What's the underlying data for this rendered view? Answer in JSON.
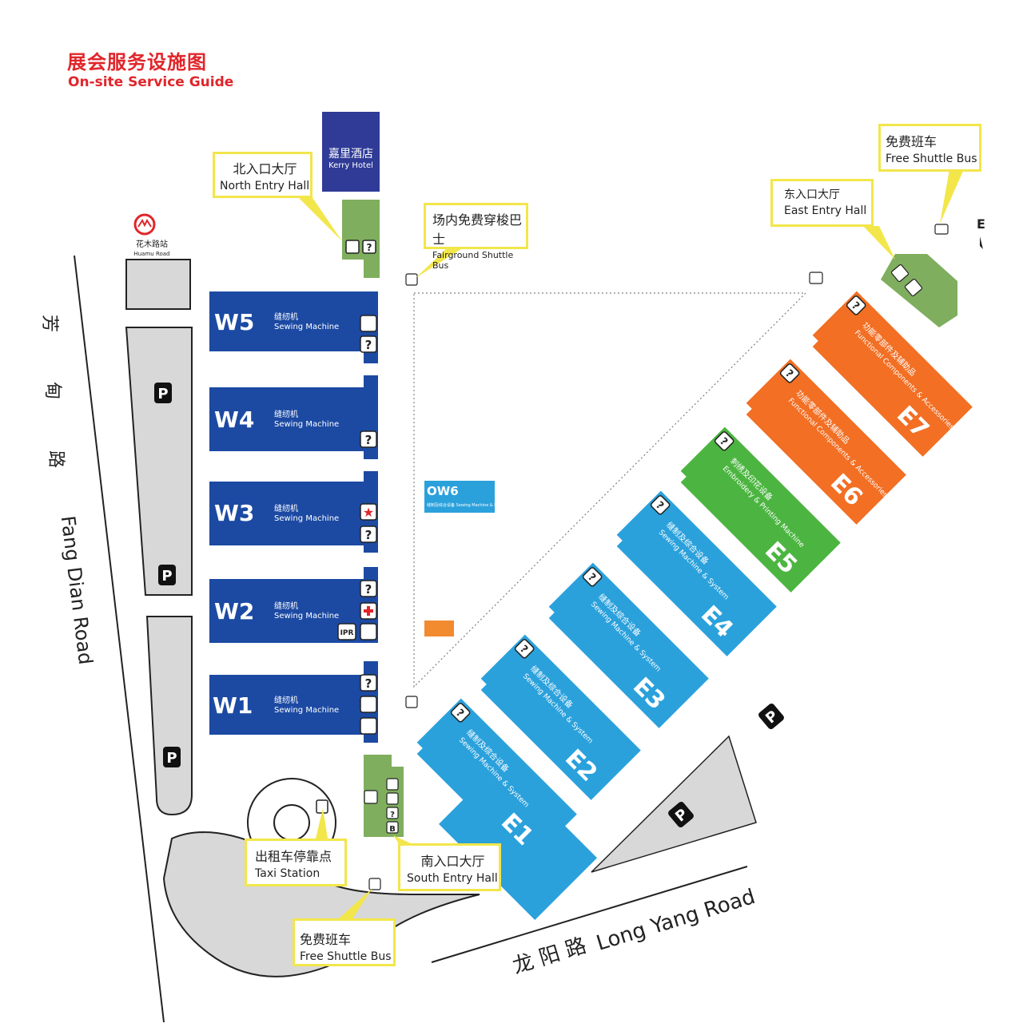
{
  "header": {
    "title_cn": "展会服务设施图",
    "title_en": "On-site Service Guide"
  },
  "colors": {
    "west_hall": "#1c4aa3",
    "east_blue": "#2ba1dc",
    "east_green": "#4cb541",
    "east_orange": "#f26f24",
    "entry": "#7fae5e",
    "parking": "#d8d8d8",
    "hotel": "#2f3b96",
    "callout_border": "#f2e64b",
    "title_red": "#e0262b"
  },
  "roads": {
    "fangdian_cn": [
      "芳",
      "甸",
      "路"
    ],
    "fangdian_en": "Fang Dian Road",
    "longyang_cn": "龙 阳 路",
    "longyang_en": "Long Yang Road"
  },
  "metro": {
    "name_cn": "花木路站",
    "name_en": "Huamu Road"
  },
  "hotel": {
    "name_cn": "嘉里酒店",
    "name_en": "Kerry Hotel"
  },
  "callouts": {
    "north": {
      "cn": "北入口大厅",
      "en": "North Entry Hall"
    },
    "shuttle_inner": {
      "cn": "场内免费穿梭巴士",
      "en": "Fairground Shuttle Bus"
    },
    "east": {
      "cn": "东入口大厅",
      "en": "East Entry Hall"
    },
    "shuttle_ne": {
      "cn": "免费班车",
      "en": "Free Shuttle Bus"
    },
    "taxi": {
      "cn": "出租车停靠点",
      "en": "Taxi Station"
    },
    "south": {
      "cn": "南入口大厅",
      "en": "South Entry Hall"
    },
    "shuttle_sw": {
      "cn": "免费班车",
      "en": "Free Shuttle Bus"
    }
  },
  "west_halls": [
    {
      "id": "W5",
      "cn": "缝纫机",
      "en": "Sewing Machine"
    },
    {
      "id": "W4",
      "cn": "缝纫机",
      "en": "Sewing Machine"
    },
    {
      "id": "W3",
      "cn": "缝纫机",
      "en": "Sewing Machine"
    },
    {
      "id": "W2",
      "cn": "缝纫机",
      "en": "Sewing Machine"
    },
    {
      "id": "W1",
      "cn": "缝纫机",
      "en": "Sewing Machine"
    }
  ],
  "east_halls": [
    {
      "id": "E1",
      "cn": "缝制及综合设备",
      "en": "Sewing Machine & System"
    },
    {
      "id": "E2",
      "cn": "缝制及综合设备",
      "en": "Sewing Machine & System"
    },
    {
      "id": "E3",
      "cn": "缝制及综合设备",
      "en": "Sewing Machine & System"
    },
    {
      "id": "E4",
      "cn": "缝制及综合设备",
      "en": "Sewing Machine & System"
    },
    {
      "id": "E5",
      "cn": "刺绣及印花设备",
      "en": "Embroidery & Printing Machine"
    },
    {
      "id": "E6",
      "cn": "功能零部件及辅助品",
      "en": "Functional Components & Accessories"
    },
    {
      "id": "E7",
      "cn": "功能零部件及辅助品",
      "en": "Functional Components & Accessories"
    }
  ],
  "ow6": {
    "id": "OW6",
    "sub": "缝制及综合设备 Sewing Machine & System"
  },
  "parking_label": "P",
  "icons": {
    "info": "?",
    "ipr": "IPR",
    "baggage": "B",
    "compass_letter": "E"
  }
}
